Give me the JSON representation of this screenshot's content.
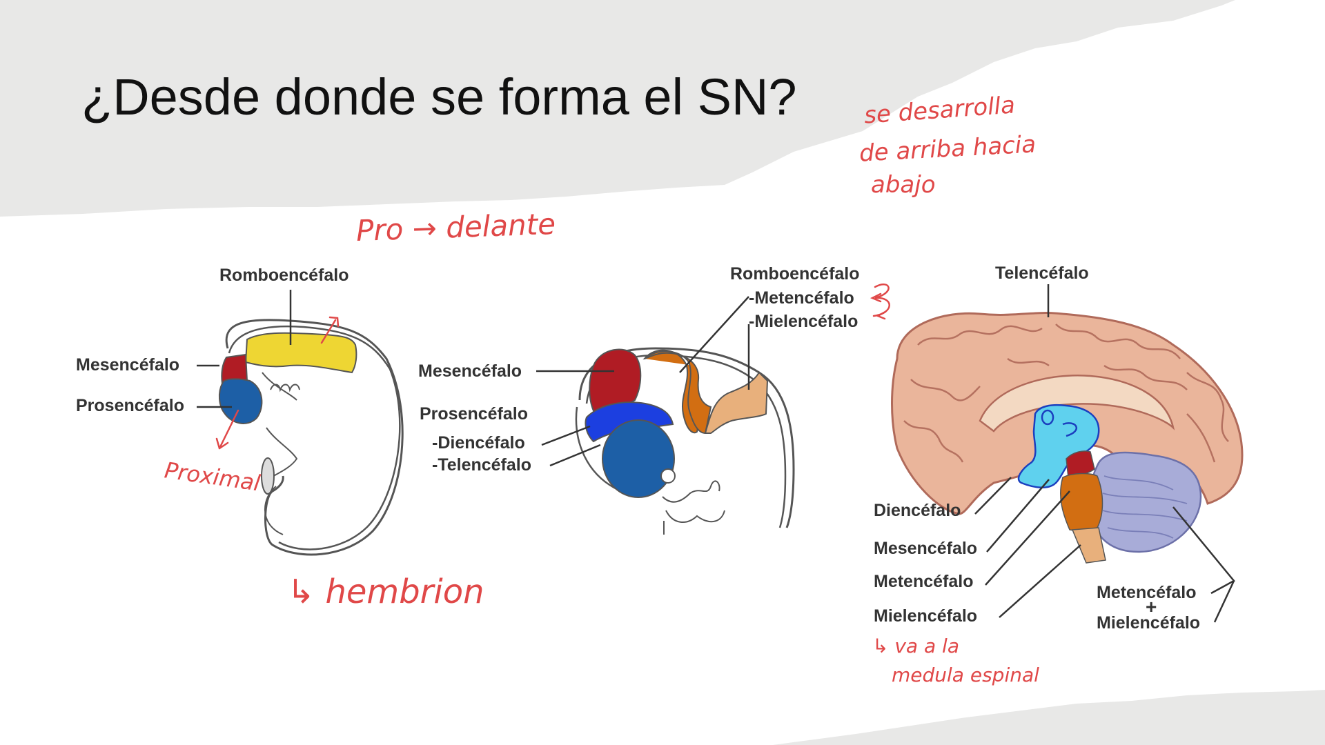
{
  "slide": {
    "title": "¿Desde donde se forma el SN?"
  },
  "colors": {
    "paper_gray": "#e8e8e7",
    "annotation_red": "#e04848",
    "rombo_yellow": "#eed633",
    "meso_red": "#b01c24",
    "prosen_blue": "#1d5fa6",
    "meten_orange": "#d26e12",
    "mielen_tan": "#e8b07c",
    "brain_pink": "#eab59b",
    "cerebellum_lavender": "#a8acd8",
    "dience_cyan": "#5fd1ee"
  },
  "annotations": {
    "top_right": [
      "se desarrolla",
      "de arriba hacia",
      "abajo"
    ],
    "pro": "Pro → delante",
    "proximal": "Proximal",
    "embrion": "↳ hembrion",
    "medula": [
      "↳ va a la",
      "medula espinal"
    ]
  },
  "figure1": {
    "romboencefalo": "Romboencéfalo",
    "mesencefalo": "Mesencéfalo",
    "prosencefalo": "Prosencéfalo"
  },
  "figure2": {
    "romboencefalo": "Romboencéfalo",
    "metencefalo": "-Metencéfalo",
    "mielencefalo": "-Mielencéfalo",
    "mesencefalo": "Mesencéfalo",
    "prosencefalo": "Prosencéfalo",
    "diencefalo": "-Diencéfalo",
    "telencefalo": "-Telencéfalo"
  },
  "figure3": {
    "telencefalo": "Telencéfalo",
    "diencefalo": "Diencéfalo",
    "mesencefalo": "Mesencéfalo",
    "metencefalo": "Metencéfalo",
    "mielencefalo": "Mielencéfalo",
    "metencefalo_right": "Metencéfalo",
    "plus": "+",
    "mielencefalo_right": "Mielencéfalo"
  }
}
